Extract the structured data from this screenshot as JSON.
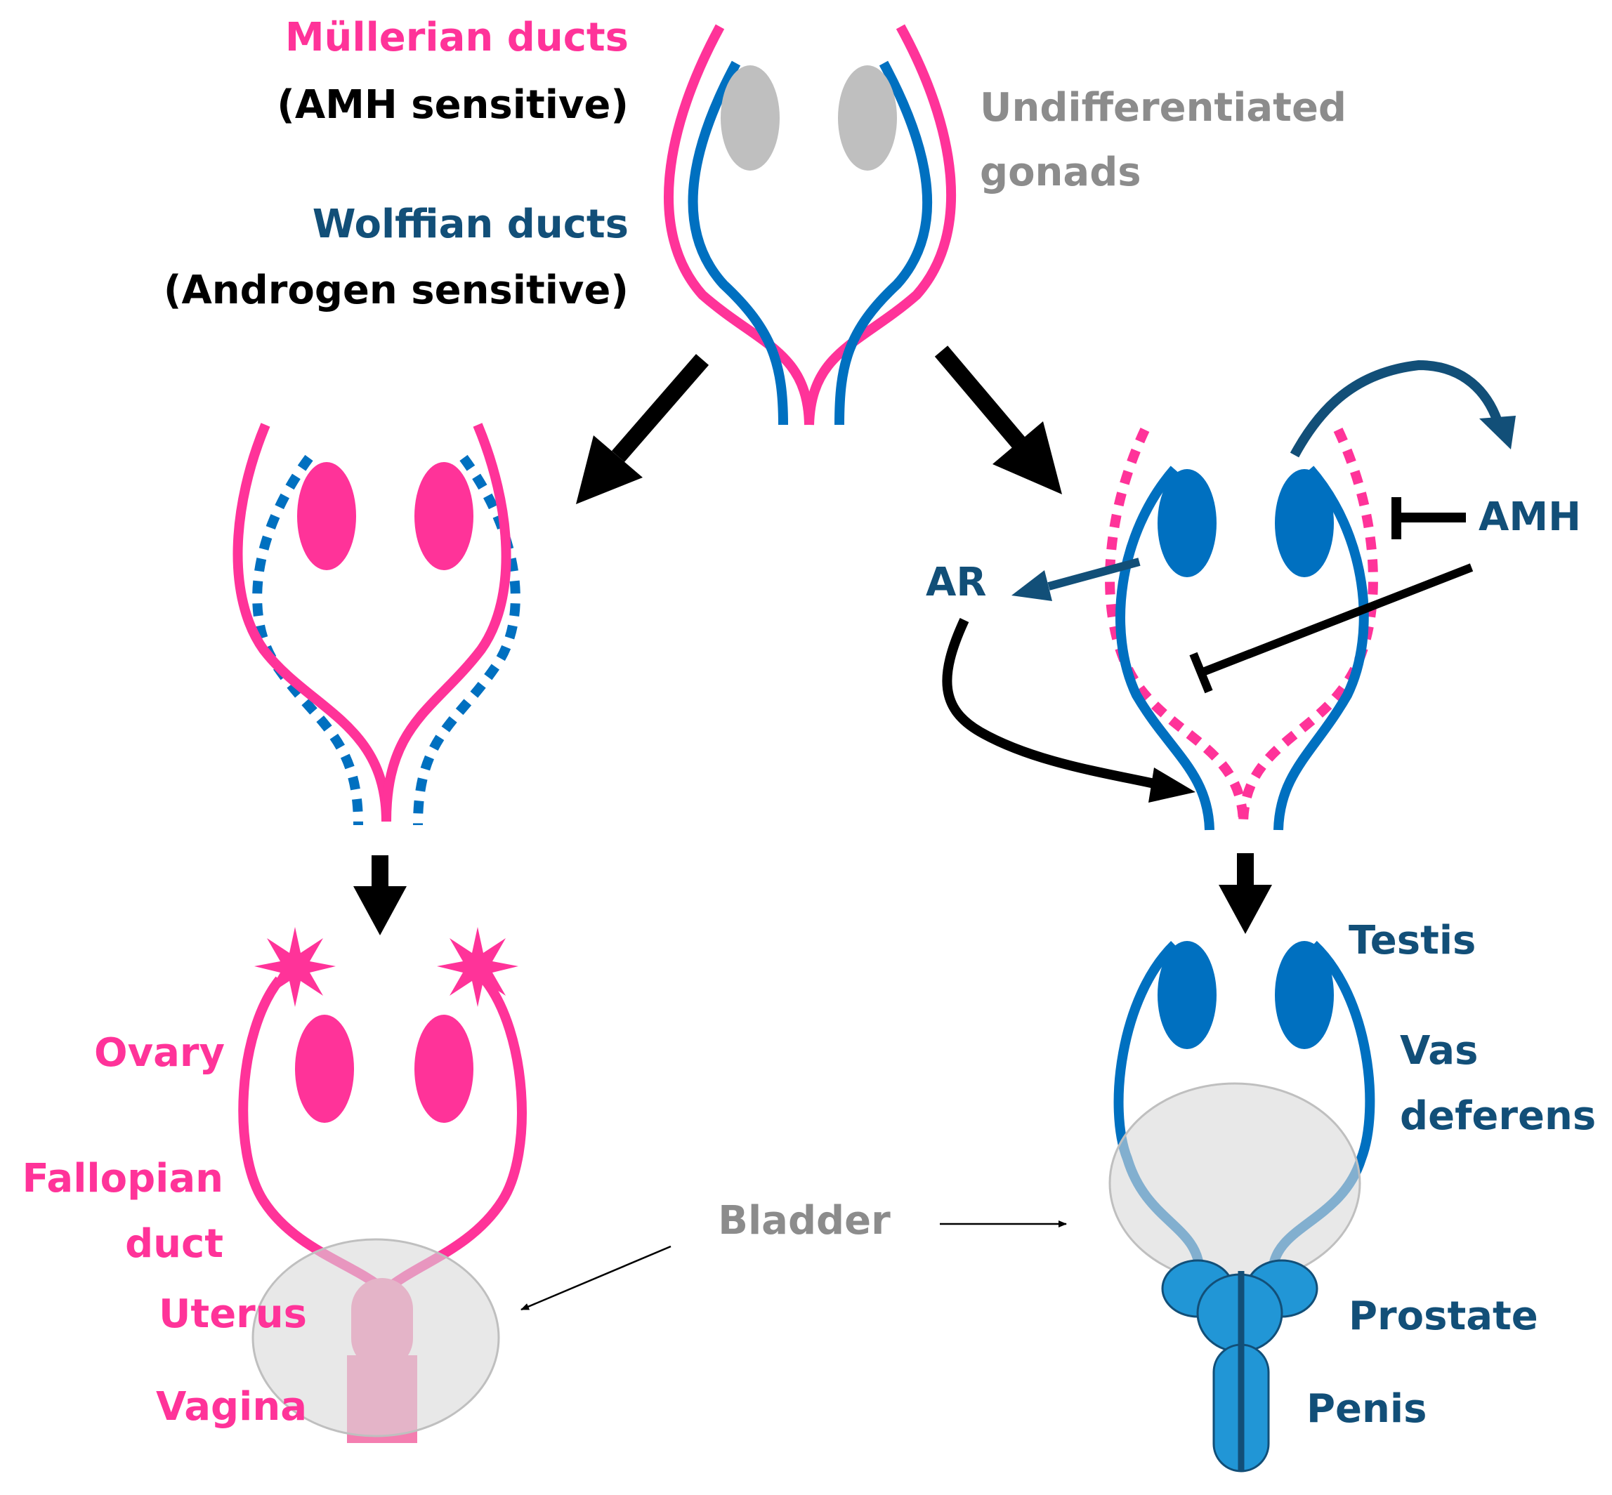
{
  "colors": {
    "pink": "#ff3399",
    "blue": "#0070c0",
    "navy": "#124f78",
    "grey_gonad": "#bfbfbf",
    "grey_text": "#8c8c8c",
    "black": "#000000",
    "bladder_fill": "#d9d9d9",
    "uterus_fill": "#f47eb0",
    "penis_fill": "#2196d6"
  },
  "top": {
    "mullerian_label": "Müllerian ducts",
    "mullerian_note": "(AMH sensitive)",
    "wolffian_label": "Wolffian ducts",
    "wolffian_note": "(Androgen sensitive)",
    "gonads_line1": "Undifferentiated",
    "gonads_line2": "gonads"
  },
  "male_regulation": {
    "amh": "AMH",
    "ar": "AR"
  },
  "female_labels": {
    "ovary": "Ovary",
    "fallopian_line1": "Fallopian",
    "fallopian_line2": "duct",
    "uterus": "Uterus",
    "vagina": "Vagina"
  },
  "center": {
    "bladder": "Bladder"
  },
  "male_labels": {
    "testis": "Testis",
    "vas_line1": "Vas",
    "vas_line2": "deferens",
    "prostate": "Prostate",
    "penis": "Penis"
  }
}
